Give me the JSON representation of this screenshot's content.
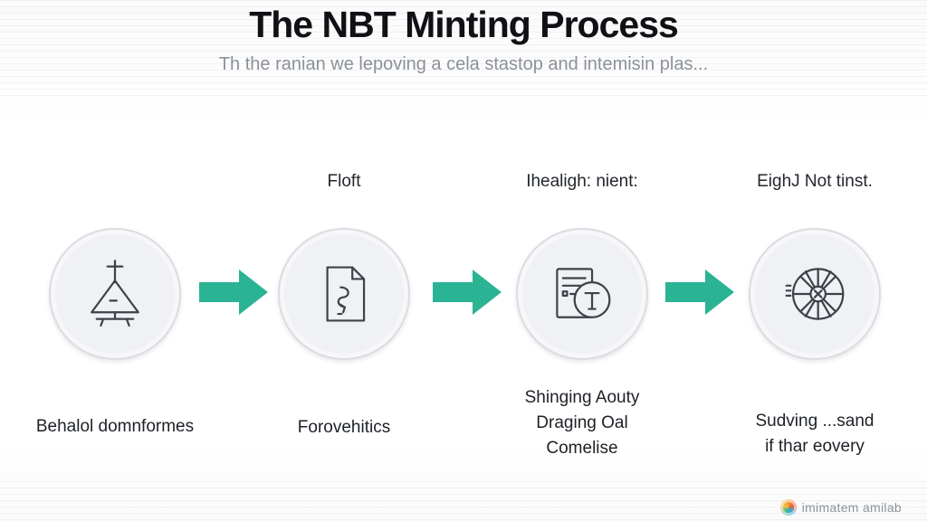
{
  "header": {
    "title": "The NBT Minting Process",
    "subtitle": "Th the ranian we lepoving a cela stastop and intemisin plas..."
  },
  "steps": [
    {
      "top_label": "",
      "bottom_label": "Behalol domnformes",
      "icon": "mountain-flag-icon"
    },
    {
      "top_label": "Floft",
      "bottom_label": "Forovehitics",
      "icon": "document-hook-icon"
    },
    {
      "top_label": "Ihealigh: nient:",
      "bottom_label": "Shinging Aouty\nDraging Oal\nComelise",
      "icon": "document-magnifier-icon"
    },
    {
      "top_label": "EighJ Not tinst.",
      "bottom_label": "Sudving ...sand\nif thar eovery",
      "icon": "radial-wheel-icon"
    }
  ],
  "branding": {
    "logo_text": "imimatem amilab"
  },
  "colors": {
    "arrow": "#2bb493",
    "circle_fill": "#f0f1f4",
    "circle_border": "#dadde2",
    "title": "#101114",
    "subtitle": "#8b9198",
    "label": "#1d2126"
  }
}
